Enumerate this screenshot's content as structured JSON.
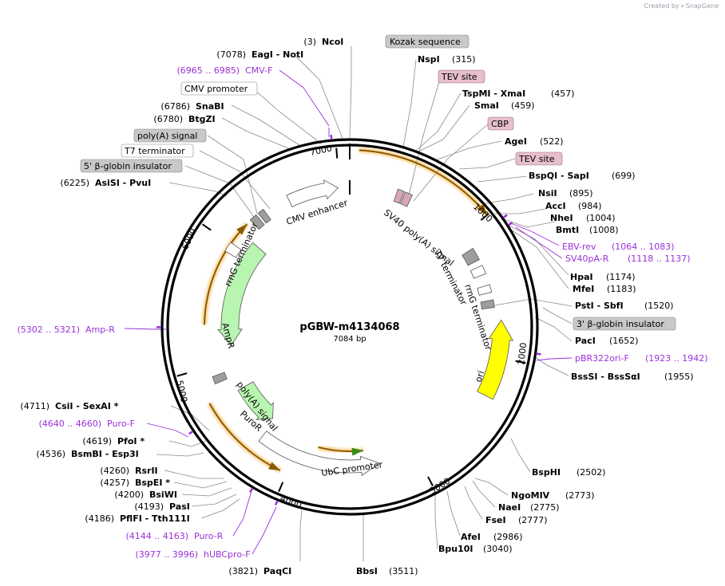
{
  "credit": {
    "prefix": "Created by",
    "brand": "SnapGene"
  },
  "plasmid": {
    "name": "pGBW-m4134068",
    "length": "7084 bp",
    "total_bp": 7084
  },
  "colors": {
    "backbone": "#000000",
    "feature_orange": "#f5a623",
    "feature_green": "#b8f5b0",
    "feature_yellow": "#ffff00",
    "feature_gray": "#9e9e9e",
    "feature_pink": "#d8a7b5",
    "primer": "#9b30d9",
    "tag_gray": "#c8c8c8",
    "tag_pink": "#e6bfca",
    "leader": "#888888"
  },
  "tick_labels": [
    "1000",
    "2000",
    "3000",
    "4000",
    "5000",
    "6000",
    "7000"
  ],
  "sites": [
    {
      "pos": "(3)",
      "name": "NcoI"
    },
    {
      "pos": "(7078)",
      "name": "EagI  -  NotI"
    },
    {
      "pos": "(6786)",
      "name": "SnaBI"
    },
    {
      "pos": "(6780)",
      "name": "BtgZI"
    },
    {
      "pos": "(6225)",
      "name": "AsiSI  -  PvuI"
    },
    {
      "pos": "(315)",
      "name": "NspI"
    },
    {
      "pos": "(457)",
      "name": "TspMI  -  XmaI"
    },
    {
      "pos": "(459)",
      "name": "SmaI"
    },
    {
      "pos": "(522)",
      "name": "AgeI"
    },
    {
      "pos": "(699)",
      "name": "BspQI  -  SapI"
    },
    {
      "pos": "(895)",
      "name": "NsiI"
    },
    {
      "pos": "(984)",
      "name": "AccI"
    },
    {
      "pos": "(1004)",
      "name": "NheI"
    },
    {
      "pos": "(1008)",
      "name": "BmtI"
    },
    {
      "pos": "(1174)",
      "name": "HpaI"
    },
    {
      "pos": "(1183)",
      "name": "MfeI"
    },
    {
      "pos": "(1520)",
      "name": "PstI  -  SbfI"
    },
    {
      "pos": "(1652)",
      "name": "PacI"
    },
    {
      "pos": "(1955)",
      "name": "BssSI  -  BssSαI"
    },
    {
      "pos": "(2502)",
      "name": "BspHI"
    },
    {
      "pos": "(2773)",
      "name": "NgoMIV"
    },
    {
      "pos": "(2775)",
      "name": "NaeI"
    },
    {
      "pos": "(2777)",
      "name": "FseI"
    },
    {
      "pos": "(2986)",
      "name": "AfeI"
    },
    {
      "pos": "(3040)",
      "name": "Bpu10I"
    },
    {
      "pos": "(3511)",
      "name": "BbsI"
    },
    {
      "pos": "(3821)",
      "name": "PaqCI"
    },
    {
      "pos": "(4711)",
      "name": "CsiI  -  SexAI *"
    },
    {
      "pos": "(4619)",
      "name": "PfoI *"
    },
    {
      "pos": "(4536)",
      "name": "BsmBI  -  Esp3I"
    },
    {
      "pos": "(4260)",
      "name": "RsrII"
    },
    {
      "pos": "(4257)",
      "name": "BspEI *"
    },
    {
      "pos": "(4200)",
      "name": "BsiWI"
    },
    {
      "pos": "(4193)",
      "name": "PasI"
    },
    {
      "pos": "(4186)",
      "name": "PflFI  -  Tth111I"
    }
  ],
  "primers": [
    {
      "range": "(6965 .. 6985)",
      "name": "CMV-F"
    },
    {
      "range": "(1064 .. 1083)",
      "name": "EBV-rev"
    },
    {
      "range": "(1118 .. 1137)",
      "name": "SV40pA-R"
    },
    {
      "range": "(1923 .. 1942)",
      "name": "pBR322ori-F"
    },
    {
      "range": "(5302 .. 5321)",
      "name": "Amp-R"
    },
    {
      "range": "(4640 .. 4660)",
      "name": "Puro-F"
    },
    {
      "range": "(4144 .. 4163)",
      "name": "Puro-R"
    },
    {
      "range": "(3977 .. 3996)",
      "name": "hUBCpro-F"
    }
  ],
  "tags": [
    {
      "text": "Kozak sequence"
    },
    {
      "text": "TEV site"
    },
    {
      "text": "CBP"
    },
    {
      "text": "TEV site"
    },
    {
      "text": "3' β-globin insulator"
    },
    {
      "text": "CMV promoter"
    },
    {
      "text": "poly(A) signal"
    },
    {
      "text": "T7 terminator"
    },
    {
      "text": "5' β-globin insulator"
    }
  ],
  "feature_labels": [
    {
      "text": "CMV enhancer"
    },
    {
      "text": "SV40 poly(A) signal"
    },
    {
      "text": "T7 terminator"
    },
    {
      "text": "rrnG terminator"
    },
    {
      "text": "ori"
    },
    {
      "text": "UbC promoter"
    },
    {
      "text": "poly(A) signal"
    },
    {
      "text": "PuroR"
    },
    {
      "text": "AmpR"
    },
    {
      "text": "rrnG terminator"
    }
  ]
}
